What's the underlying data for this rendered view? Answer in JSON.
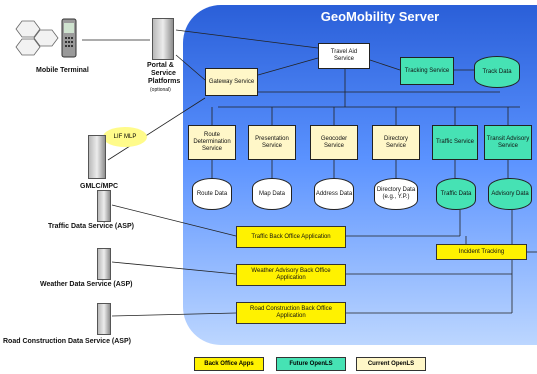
{
  "server": {
    "title": "GeoMobility Server"
  },
  "left": {
    "mobile_terminal": "Mobile Terminal",
    "portal_line1": "Portal &",
    "portal_line2": "Service",
    "portal_line3": "Platforms",
    "portal_optional": "(optional)",
    "lif": "LIF MLP",
    "gmlc": "GMLC/MPC",
    "traffic_asp": "Traffic Data Service (ASP)",
    "weather_asp": "Weather Data Service (ASP)",
    "road_asp": "Road Construction Data Service (ASP)"
  },
  "services": {
    "gateway": "Gateway Service",
    "travel_aid": "Travel Aid Service",
    "tracking": "Tracking Service",
    "route": "Route Determination Service",
    "presentation": "Presentation Service",
    "geocoder": "Geocoder Service",
    "directory": "Directory Service",
    "traffic": "Traffic Service",
    "transit": "Transit Advisory Service"
  },
  "data": {
    "track": "Track Data",
    "route": "Route Data",
    "map": "Map Data",
    "address": "Address Data",
    "directory": "Directory Data (e.g., Y.P.)",
    "traffic": "Traffic Data",
    "advisory": "Advisory Data"
  },
  "apps": {
    "traffic": "Traffic Back Office Application",
    "weather": "Weather Advisory Back Office Application",
    "road": "Road Construction Back Office Application",
    "incident": "Incident Tracking"
  },
  "legend": {
    "back_office": "Back Office Apps",
    "future": "Future OpenLS",
    "current": "Current OpenLS"
  },
  "colors": {
    "cream": "#fff7c8",
    "green": "#46e2b4",
    "yellow": "#fff200",
    "server_top": "#2a5fd8",
    "server_bottom": "#bcd6ff"
  }
}
